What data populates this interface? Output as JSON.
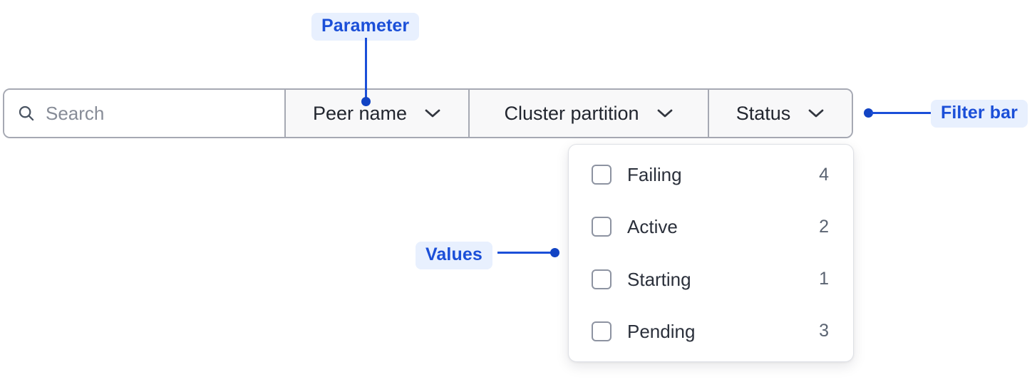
{
  "filter_bar": {
    "search": {
      "icon": "search-icon",
      "placeholder": "Search",
      "value": ""
    },
    "dropdowns": [
      {
        "label": "Peer name",
        "icon": "chevron-down-icon"
      },
      {
        "label": "Cluster partition",
        "icon": "chevron-down-icon"
      },
      {
        "label": "Status",
        "icon": "chevron-down-icon"
      }
    ]
  },
  "dropdown_panel": {
    "options": [
      {
        "label": "Failing",
        "count": "4",
        "checked": false
      },
      {
        "label": "Active",
        "count": "2",
        "checked": false
      },
      {
        "label": "Starting",
        "count": "1",
        "checked": false
      },
      {
        "label": "Pending",
        "count": "3",
        "checked": false
      }
    ]
  },
  "annotations": [
    {
      "label": "Parameter",
      "target": "peer-name-dropdown"
    },
    {
      "label": "Filter bar",
      "target": "filter-bar"
    },
    {
      "label": "Values",
      "target": "dropdown-panel"
    }
  ],
  "colors": {
    "annotation_text": "#1b4fd8",
    "annotation_pill_bg": "#e8f0fe",
    "annotation_line": "#1244c4",
    "bar_border": "#a6a9b3",
    "segment_bg": "#f8f8f9",
    "panel_border": "#dfe1e6",
    "label_text": "#22262f",
    "count_text": "#5b6472",
    "placeholder_text": "#878c97"
  }
}
